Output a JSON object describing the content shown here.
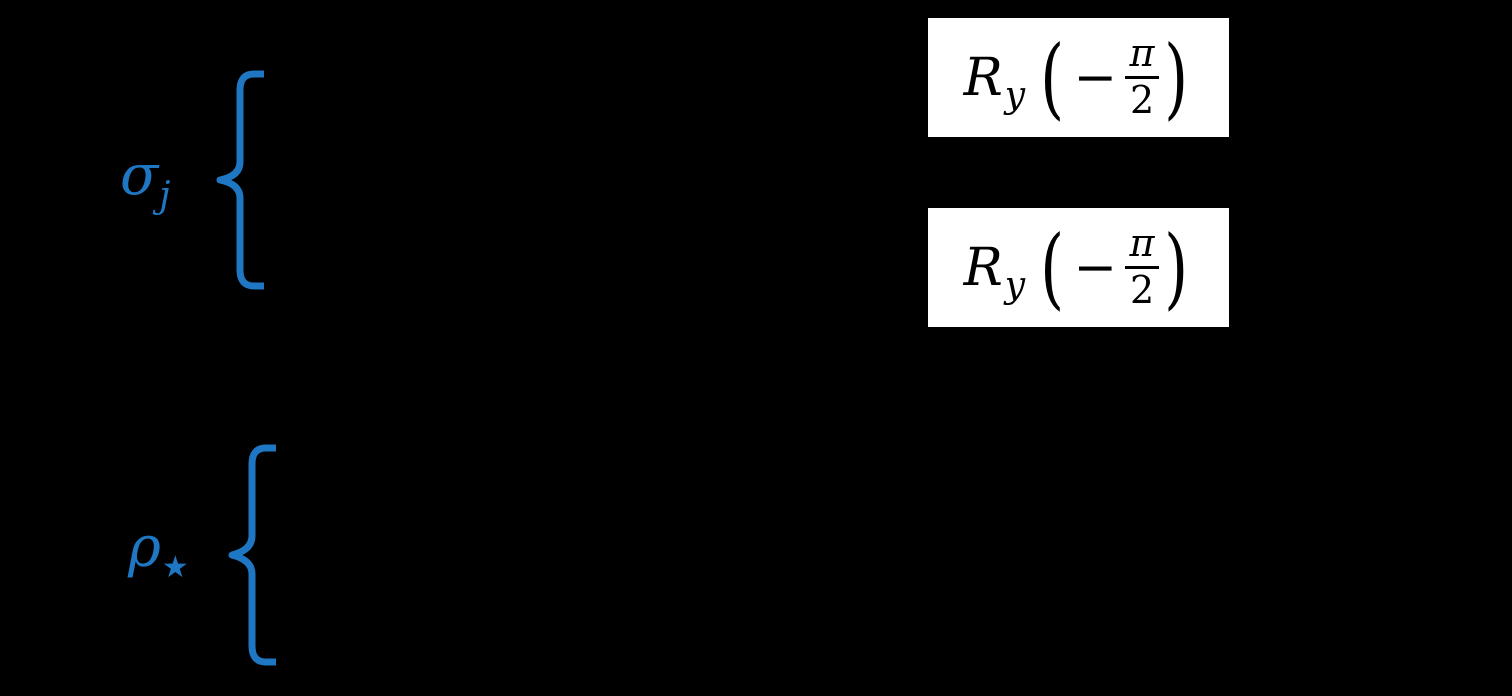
{
  "diagram": {
    "background": "#000000",
    "accent_color": "#1f77c4",
    "registers": [
      {
        "label_symbol": "σ",
        "label_subscript": "j"
      },
      {
        "label_symbol": "ρ",
        "label_subscript": "★"
      }
    ],
    "gates": [
      {
        "name": "R",
        "subscript": "y",
        "sign": "−",
        "numerator": "π",
        "denominator": "2",
        "open_paren": "(",
        "close_paren": ")"
      },
      {
        "name": "R",
        "subscript": "y",
        "sign": "−",
        "numerator": "π",
        "denominator": "2",
        "open_paren": "(",
        "close_paren": ")"
      }
    ]
  }
}
